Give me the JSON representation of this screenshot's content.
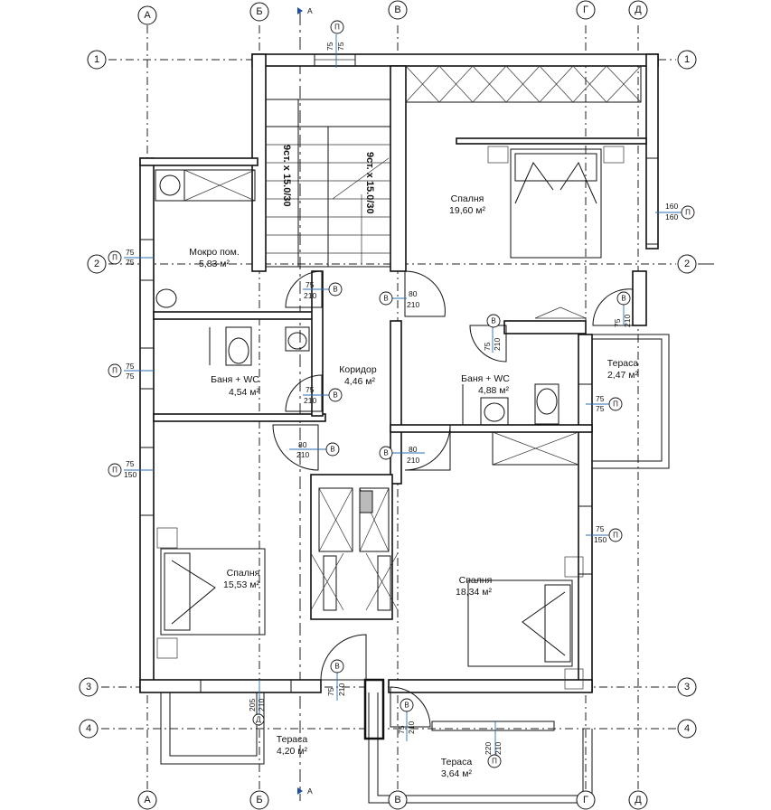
{
  "axes_vertical": [
    "А",
    "Б",
    "В",
    "Г",
    "Д"
  ],
  "axes_horizontal": [
    "1",
    "2",
    "3",
    "4"
  ],
  "section": {
    "label": "A"
  },
  "stairs": [
    "9ст. x 15.0/30",
    "9ст. x 15.0/30"
  ],
  "rooms": [
    {
      "name": "Спалня",
      "area": "19,60 м²"
    },
    {
      "name": "Мокро пом.",
      "area": "5,83 м²"
    },
    {
      "name": "Баня + WC",
      "area": "4,54 м²"
    },
    {
      "name": "Коридор",
      "area": "4,46 м²"
    },
    {
      "name": "Баня + WC",
      "area": "4,88 м²"
    },
    {
      "name": "Тераса",
      "area": "2,47 м²"
    },
    {
      "name": "Спалня",
      "area": "15,53 м²"
    },
    {
      "name": "Спалня",
      "area": "18,34 м²"
    },
    {
      "name": "Тераса",
      "area": "4,20 м²"
    },
    {
      "name": "Тераса",
      "area": "3,64 м²"
    }
  ],
  "windows": [
    {
      "tag": "П",
      "w": "75",
      "h": "75"
    },
    {
      "tag": "П",
      "w": "160",
      "h": "160"
    },
    {
      "tag": "П",
      "w": "75",
      "h": "75"
    },
    {
      "tag": "П",
      "w": "75",
      "h": "75"
    },
    {
      "tag": "П",
      "w": "75",
      "h": "150"
    },
    {
      "tag": "П",
      "w": "75",
      "h": "75"
    },
    {
      "tag": "П",
      "w": "75",
      "h": "150"
    },
    {
      "tag": "П",
      "w": "220",
      "h": "210"
    }
  ],
  "doors": [
    {
      "tag": "В",
      "w": "75",
      "h": "210"
    },
    {
      "tag": "В",
      "w": "80",
      "h": "210"
    },
    {
      "tag": "В",
      "w": "75",
      "h": "210"
    },
    {
      "tag": "В",
      "w": "75",
      "h": "210"
    },
    {
      "tag": "В",
      "w": "75",
      "h": "210"
    },
    {
      "tag": "В",
      "w": "80",
      "h": "210"
    },
    {
      "tag": "В",
      "w": "80",
      "h": "210"
    },
    {
      "tag": "В",
      "w": "75",
      "h": "210"
    },
    {
      "tag": "В",
      "w": "75",
      "h": "210"
    }
  ],
  "balcony_door": {
    "tag": "Д",
    "w": "205",
    "h": "210"
  }
}
